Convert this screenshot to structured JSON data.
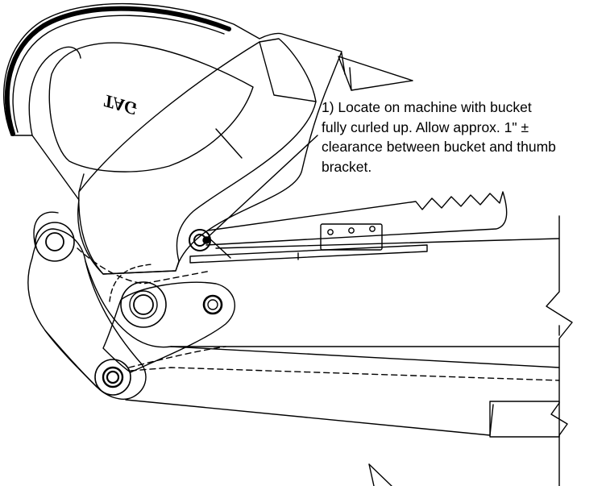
{
  "logo_text": "TAG",
  "note": {
    "lines": [
      "1) Locate on machine with bucket",
      "fully curled up.  Allow approx. 1\" ±",
      "clearance between bucket and thumb",
      "bracket."
    ]
  }
}
